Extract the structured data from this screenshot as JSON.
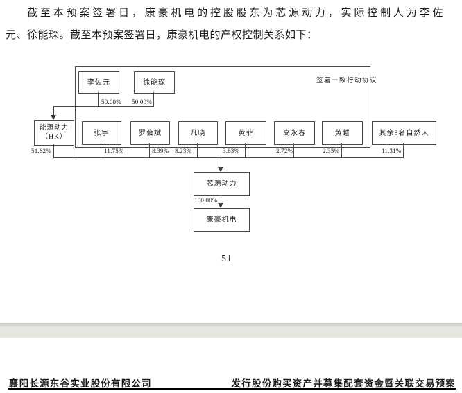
{
  "document": {
    "paragraph": {
      "line1": "截至本预案签署日，康豪机电的控股股东为芯源动力，实际控制人为李佐",
      "line2": "元、徐能琛。截至本预案签署日，康豪机电的产权控制关系如下："
    },
    "page_number": "51"
  },
  "diagram": {
    "agreement_label": "签署一致行动协议",
    "actual_controllers": [
      {
        "name": "李佐元",
        "pct": "50.00%"
      },
      {
        "name": "徐能琛",
        "pct": "50.00%"
      }
    ],
    "shareholders": [
      {
        "name": "能源动力（HK）",
        "name_l1": "能源动力",
        "name_l2": "（HK）",
        "pct": "51.62%"
      },
      {
        "name": "张宇",
        "pct": "11.75%"
      },
      {
        "name": "罗会斌",
        "pct": "8.39%"
      },
      {
        "name": "凡晓",
        "pct": "8.23%"
      },
      {
        "name": "黄菲",
        "pct": "3.63%"
      },
      {
        "name": "高永春",
        "pct": "2.72%"
      },
      {
        "name": "黄越",
        "pct": "2.35%"
      },
      {
        "name": "其余8名自然人",
        "pct": "11.31%"
      }
    ],
    "holding_company": {
      "name": "芯源动力",
      "pct_in_target": "100.00%"
    },
    "target_company": {
      "name": "康豪机电"
    }
  },
  "next_page_header": {
    "company_name": "襄阳长源东谷实业股份有限公司",
    "document_title": "发行股份购买资产并募集配套资金暨关联交易预案"
  },
  "colors": {
    "line": "#4a4a4a",
    "text": "#1a1a1a",
    "page_gap": "#e7e6e1"
  }
}
